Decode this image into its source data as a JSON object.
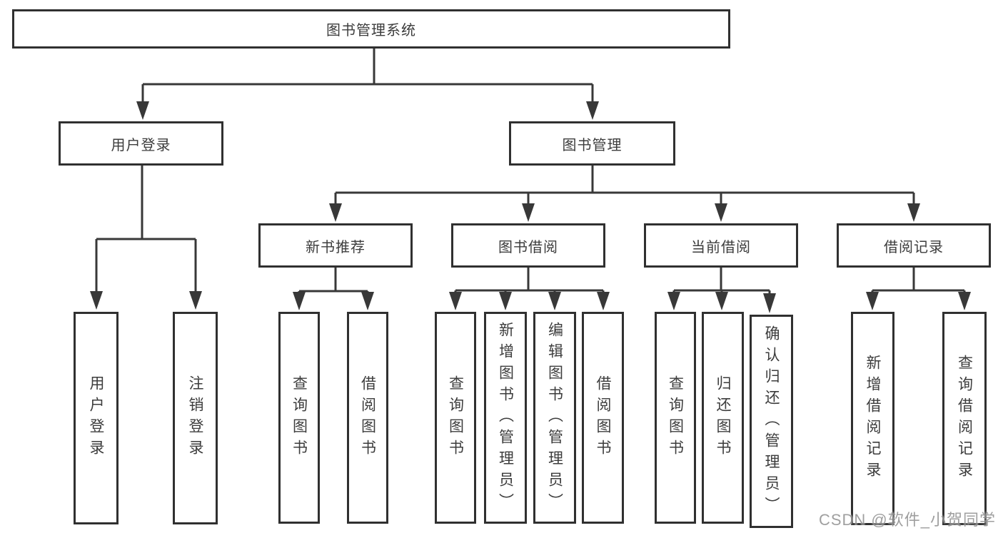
{
  "tree": {
    "label": "图书管理系统",
    "children": [
      {
        "label": "用户登录",
        "children": [
          {
            "label": "用户登录"
          },
          {
            "label": "注销登录"
          }
        ]
      },
      {
        "label": "图书管理",
        "children": [
          {
            "label": "新书推荐",
            "children": [
              {
                "label": "查询图书"
              },
              {
                "label": "借阅图书"
              }
            ]
          },
          {
            "label": "图书借阅",
            "children": [
              {
                "label": "查询图书"
              },
              {
                "label": "新增图书（管理员）"
              },
              {
                "label": "编辑图书（管理员）"
              },
              {
                "label": "借阅图书"
              }
            ]
          },
          {
            "label": "当前借阅",
            "children": [
              {
                "label": "查询图书"
              },
              {
                "label": "归还图书"
              },
              {
                "label": "确认归还（管理员）"
              }
            ]
          },
          {
            "label": "借阅记录",
            "children": [
              {
                "label": "新增借阅记录"
              },
              {
                "label": "查询借阅记录"
              }
            ]
          }
        ]
      }
    ]
  },
  "watermark": {
    "text": "CSDN @软件_小贺同学"
  },
  "colors": {
    "line": "#383838",
    "box_border": "#303030",
    "text": "#3c3c3c",
    "watermark": "#8f8f8f",
    "background": "#ffffff"
  }
}
